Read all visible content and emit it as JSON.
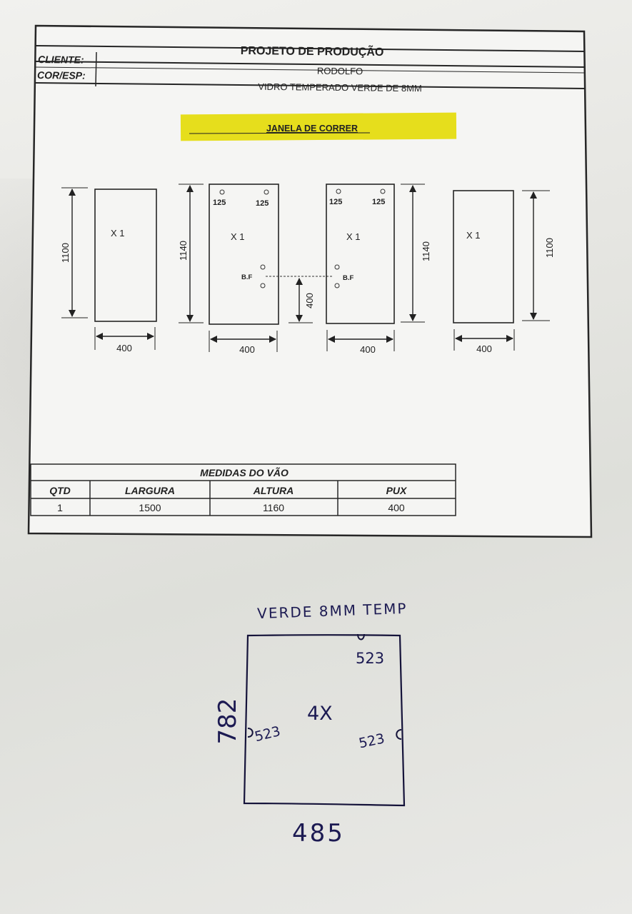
{
  "header": {
    "title": "PROJETO DE PRODUÇÃO",
    "cliente_label": "CLIENTE:",
    "cliente_value": "RODOLFO",
    "cor_label": "COR/ESP:",
    "cor_value": "VIDRO TEMPERADO VERDE DE 8MM"
  },
  "banner": {
    "label": "JANELA DE CORRER",
    "color": "#e6de1c"
  },
  "panels": [
    {
      "qty": "X 1",
      "height": "1100",
      "width": "400",
      "holes": []
    },
    {
      "qty": "X 1",
      "height": "1140",
      "width": "400",
      "holes": [
        "125",
        "125"
      ],
      "bf": "B.F"
    },
    {
      "qty": "X 1",
      "height": "1140",
      "width": "400",
      "holes": [
        "125",
        "125"
      ],
      "bf": "B.F"
    },
    {
      "qty": "X 1",
      "height": "1100",
      "width": "400",
      "holes": []
    }
  ],
  "lock_height": "400",
  "table": {
    "title": "MEDIDAS DO VÃO",
    "headers": [
      "QTD",
      "LARGURA",
      "ALTURA",
      "PUX"
    ],
    "rows": [
      [
        "1",
        "1500",
        "1160",
        "400"
      ]
    ]
  },
  "handwritten": {
    "note": "VERDE 8MM TEMP",
    "qty": "4X",
    "height": "782",
    "width": "485",
    "top_hole": "523",
    "left_hole": "523",
    "right_hole": "523",
    "ink_color": "#1c1a52"
  }
}
